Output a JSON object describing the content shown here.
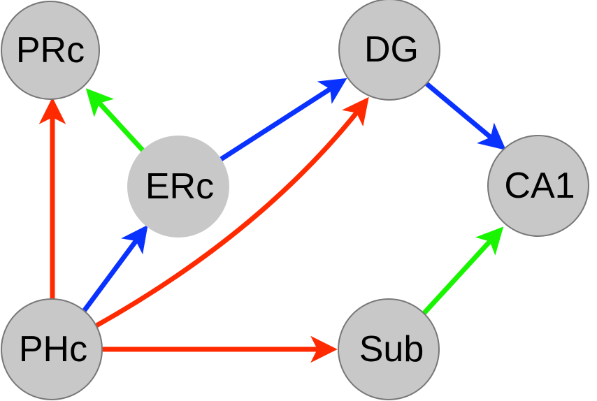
{
  "nodes": {
    "prc": {
      "label": "PRc"
    },
    "dg": {
      "label": "DG"
    },
    "erc": {
      "label": "ERc"
    },
    "ca1": {
      "label": "CA1"
    },
    "phc": {
      "label": "PHc"
    },
    "sub": {
      "label": "Sub"
    }
  },
  "edges": [
    {
      "from": "PHc",
      "to": "PRc",
      "color": "red"
    },
    {
      "from": "ERc",
      "to": "PRc",
      "color": "green"
    },
    {
      "from": "ERc",
      "to": "DG",
      "color": "blue"
    },
    {
      "from": "PHc",
      "to": "ERc",
      "color": "blue"
    },
    {
      "from": "PHc",
      "to": "DG",
      "color": "red"
    },
    {
      "from": "DG",
      "to": "CA1",
      "color": "blue"
    },
    {
      "from": "Sub",
      "to": "CA1",
      "color": "green"
    },
    {
      "from": "PHc",
      "to": "Sub",
      "color": "red"
    }
  ],
  "colors": {
    "red": "#ff2a00",
    "green": "#19f500",
    "blue": "#0a32ff",
    "node_fill": "#c8c8c8",
    "node_border": "#777777"
  }
}
